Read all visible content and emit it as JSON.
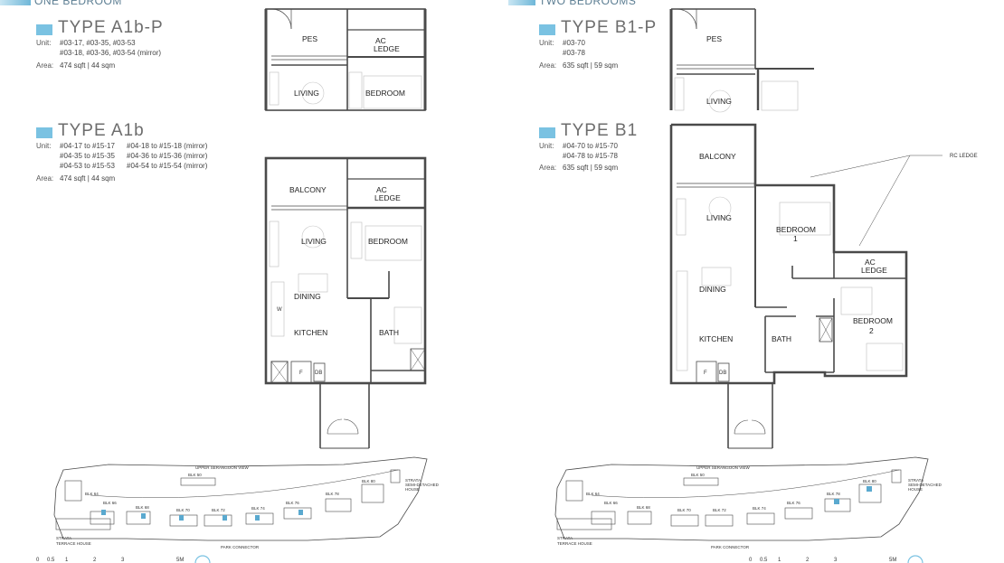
{
  "left": {
    "section": "ONE BEDROOM",
    "top_unit": {
      "title": "TYPE A1b-P",
      "unit_label": "Unit:",
      "unit_lines": [
        "#03-17, #03-35, #03-53",
        "#03-18, #03-36, #03-54 (mirror)"
      ],
      "area_label": "Area:",
      "area": "474 sqft | 44 sqm",
      "rooms": {
        "pes": "PES",
        "ac1": "AC",
        "ac2": "LEDGE",
        "living": "LIVING",
        "bedroom": "BEDROOM"
      }
    },
    "main_unit": {
      "title": "TYPE A1b",
      "unit_label": "Unit:",
      "unit_col1": [
        "#04-17 to #15-17",
        "#04-35 to #15-35",
        "#04-53 to #15-53"
      ],
      "unit_col2": [
        "#04-18 to #15-18 (mirror)",
        "#04-36 to #15-36 (mirror)",
        "#04-54 to #15-54 (mirror)"
      ],
      "area_label": "Area:",
      "area": "474 sqft | 44 sqm",
      "rooms": {
        "balcony": "BALCONY",
        "ac1": "AC",
        "ac2": "LEDGE",
        "living": "LIVING",
        "bedroom": "BEDROOM",
        "dining": "DINING",
        "kitchen": "KITCHEN",
        "bath": "BATH",
        "w": "W",
        "f": "F",
        "db": "DB"
      }
    },
    "siteplan": {
      "road": "UPPER SERANGOON VIEW",
      "connector": "PARK CONNECTOR",
      "terrace1": "STRATA",
      "terrace2": "TERRACE HOUSE",
      "semi1": "STRATA",
      "semi2": "SEMI-DETACHED",
      "semi3": "HOUSE",
      "blocks": [
        "BLK 50",
        "BLK 64",
        "BLK 66",
        "BLK 68",
        "BLK 70",
        "BLK 72",
        "BLK 74",
        "BLK 76",
        "BLK 78",
        "BLK 80"
      ],
      "scale": [
        "0",
        "0.5",
        "1",
        "2",
        "3",
        "5M"
      ]
    }
  },
  "right": {
    "section": "TWO BEDROOMS",
    "top_unit": {
      "title": "TYPE B1-P",
      "unit_label": "Unit:",
      "unit_lines": [
        "#03-70",
        "#03-78"
      ],
      "area_label": "Area:",
      "area": "635 sqft | 59 sqm",
      "rooms": {
        "pes": "PES",
        "living": "LIVING"
      }
    },
    "main_unit": {
      "title": "TYPE B1",
      "unit_label": "Unit:",
      "unit_lines": [
        "#04-70 to #15-70",
        "#04-78 to #15-78"
      ],
      "area_label": "Area:",
      "area": "635 sqft | 59 sqm",
      "rc_ledge": "RC LEDGE",
      "rooms": {
        "balcony": "BALCONY",
        "living": "LIVING",
        "bedroom1a": "BEDROOM",
        "bedroom1b": "1",
        "ac1": "AC",
        "ac2": "LEDGE",
        "dining": "DINING",
        "kitchen": "KITCHEN",
        "bath": "BATH",
        "bedroom2a": "BEDROOM",
        "bedroom2b": "2",
        "f": "F",
        "db": "DB"
      }
    },
    "siteplan": {
      "road": "UPPER SERANGOON VIEW",
      "connector": "PARK CONNECTOR",
      "terrace1": "STRATA",
      "terrace2": "TERRACE HOUSE",
      "semi1": "STRATA",
      "semi2": "SEMI-DETACHED",
      "semi3": "HOUSE",
      "blocks": [
        "BLK 50",
        "BLK 64",
        "BLK 66",
        "BLK 68",
        "BLK 70",
        "BLK 72",
        "BLK 74",
        "BLK 76",
        "BLK 78",
        "BLK 80"
      ],
      "scale": [
        "0",
        "0.5",
        "1",
        "2",
        "3",
        "5M"
      ]
    }
  },
  "colors": {
    "accent": "#7ac2e2",
    "wall": "#4a4a4a",
    "highlight": "#5aa9cf"
  }
}
